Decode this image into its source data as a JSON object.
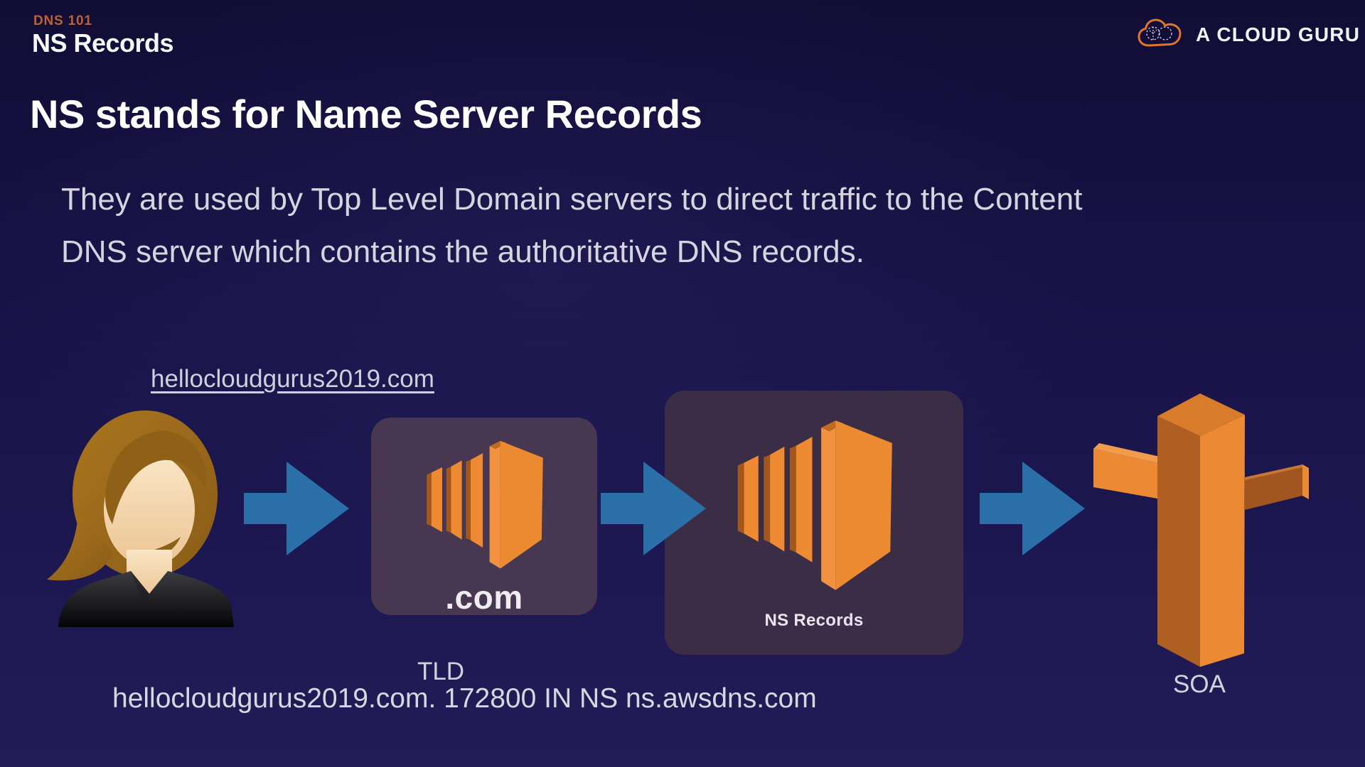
{
  "header": {
    "eyebrow": "DNS 101",
    "title": "NS Records"
  },
  "brand": {
    "name": "A CLOUD GURU"
  },
  "slide": {
    "heading": "NS stands for Name Server Records",
    "body_line1": "They are used by Top Level Domain servers to direct traffic to the Content",
    "body_line2": "DNS server which contains the authoritative DNS records."
  },
  "diagram": {
    "user_domain": "hellocloudgurus2019.com",
    "tld": {
      "icon_label": ".com",
      "caption": "TLD"
    },
    "ns": {
      "label": "NS Records"
    },
    "soa": {
      "caption": "SOA"
    },
    "record": "hellocloudgurus2019.com. 172800 IN NS ns.awsdns.com"
  },
  "colors": {
    "background_top": "#110d36",
    "background_bottom": "#231d57",
    "eyebrow_orange": "#bb6233",
    "brand_orange": "#e0762a",
    "icon_orange_bright": "#ee8a31",
    "icon_orange_dark": "#a3571d",
    "arrow_blue": "#2b6fa9",
    "panel_tld": "#483750",
    "panel_ns": "#3c2d46",
    "body_gray": "#d5d4df"
  }
}
